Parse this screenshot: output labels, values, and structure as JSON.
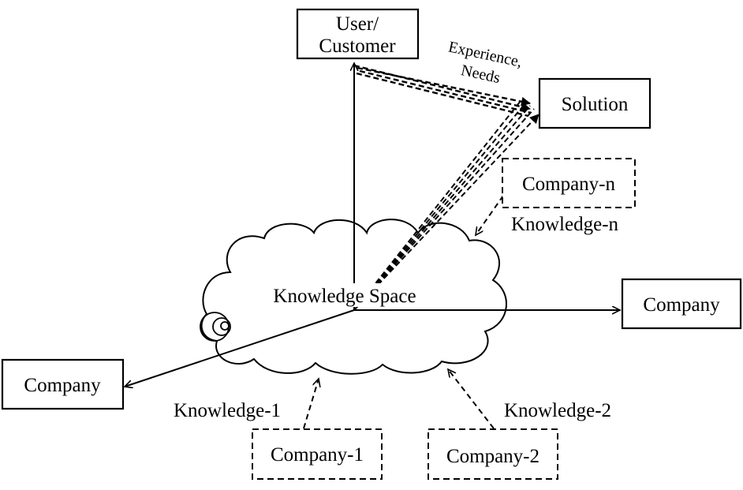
{
  "nodes": {
    "user_customer": {
      "line1": "User/",
      "line2": "Customer"
    },
    "solution": "Solution",
    "company_right": "Company",
    "company_left": "Company",
    "company_n": "Company-n",
    "company_1": "Company-1",
    "company_2": "Company-2"
  },
  "labels": {
    "experience": "Experience,",
    "needs": "Needs",
    "knowledge_space": "Knowledge Space",
    "knowledge_n": "Knowledge-n",
    "knowledge_1": "Knowledge-1",
    "knowledge_2": "Knowledge-2"
  }
}
